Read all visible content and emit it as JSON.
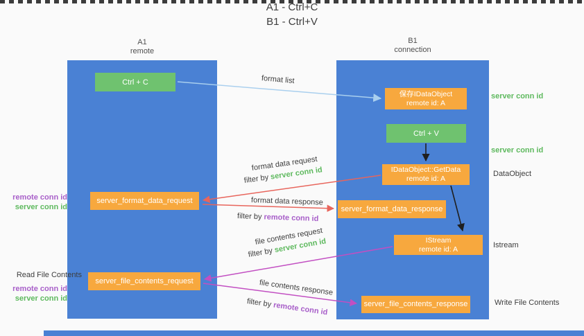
{
  "title": {
    "line1": "A1 - Ctrl+C",
    "line2": "B1 - Ctrl+V"
  },
  "columns": {
    "a1": {
      "name": "A1",
      "subtitle": "remote"
    },
    "b1": {
      "name": "B1",
      "subtitle": "connection"
    }
  },
  "nodes": {
    "ctrl_c": {
      "label": "Ctrl + C"
    },
    "ctrl_v": {
      "label": "Ctrl + V"
    },
    "save_idataobject": {
      "line1": "保存IDataObject",
      "line2": "remote id: A"
    },
    "getdata": {
      "line1": "IDataObject::GetData",
      "line2": "remote id: A"
    },
    "istream": {
      "line1": "IStream",
      "line2": "remote id: A"
    },
    "format_request": {
      "label": "server_format_data_request"
    },
    "format_response": {
      "label": "server_format_data_response"
    },
    "file_request": {
      "label": "server_file_contents_request"
    },
    "file_response": {
      "label": "server_file_contents_response"
    }
  },
  "right_labels": {
    "server_conn_id_top": "server conn id",
    "server_conn_id_mid": "server conn id",
    "dataobject": "DataObject",
    "istream": "Istream",
    "write_file_contents": "Write File Contents"
  },
  "left_labels": {
    "remote_conn_id_1": "remote conn id",
    "server_conn_id_1": "server conn id",
    "read_file_contents": "Read File Contents",
    "remote_conn_id_2": "remote conn id",
    "server_conn_id_2": "server conn id"
  },
  "arrow_labels": {
    "format_list": "format list",
    "format_data_request": "format data request",
    "filter_request_prefix": "filter by ",
    "filter_request_colored": "server conn id",
    "format_data_response": "format data response",
    "filter_response_prefix": "filter by ",
    "filter_response_colored": "remote conn id",
    "file_contents_request": "file contents request",
    "filter_file_request_prefix": "filter by ",
    "filter_file_request_colored": "server conn id",
    "file_contents_response": "file contents response",
    "filter_file_response_prefix": "filter by ",
    "filter_file_response_colored": "remote conn id"
  },
  "colors": {
    "column_blue": "#4a81d4",
    "node_green": "#6fc26f",
    "node_orange": "#f7a83e",
    "label_green": "#5eb95e",
    "label_purple": "#a85fc9",
    "arrow_red": "#e8655c",
    "arrow_magenta": "#c24fc2",
    "arrow_light_blue": "#a9cfee",
    "arrow_black": "#1f1f1f",
    "background": "#fafafa"
  }
}
